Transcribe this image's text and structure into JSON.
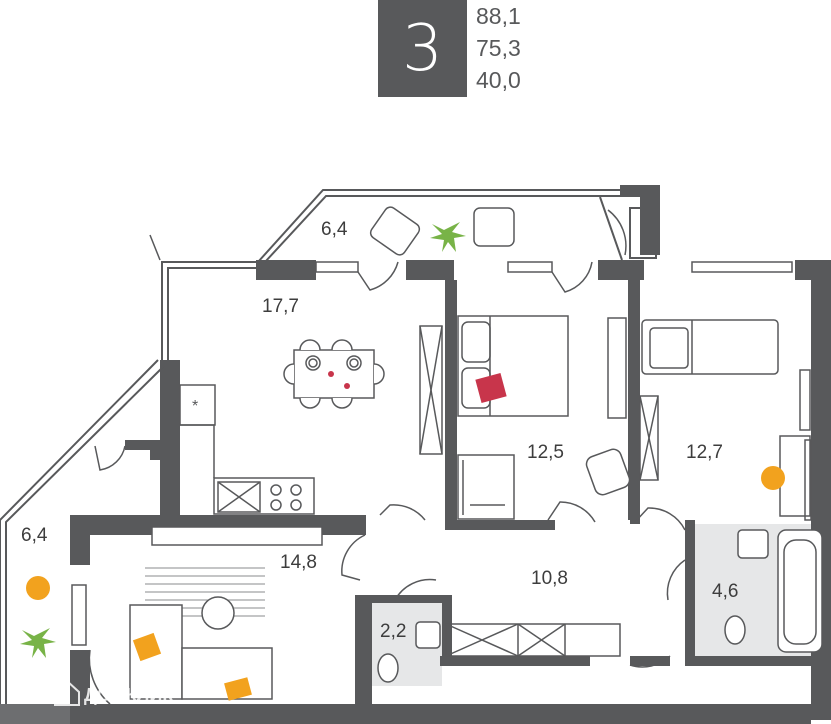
{
  "header": {
    "rooms_count": "3",
    "areas": [
      "88,1",
      "75,3",
      "40,0"
    ]
  },
  "rooms": {
    "balcony_top": "6,4",
    "kitchen_living": "17,7",
    "bedroom_main": "12,5",
    "bedroom_second": "12,7",
    "balcony_left": "6,4",
    "living_room": "14,8",
    "hallway": "10,8",
    "bathroom": "4,6",
    "wc": "2,2"
  },
  "watermark": "ДОМКЛИК",
  "colors": {
    "wall": "#58595b",
    "text": "#3d3d3d",
    "accent_orange": "#f2a21e",
    "accent_red": "#c8354b",
    "plant_green": "#78b347",
    "wet_zone": "#e6e7e8"
  }
}
